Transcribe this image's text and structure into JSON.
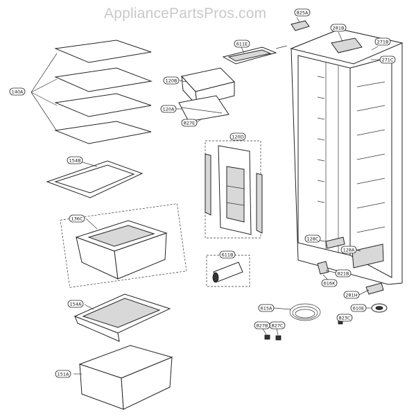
{
  "watermark": "AppliancePartsPros.com",
  "callouts": {
    "c825a": "825A",
    "c281b": "281B",
    "c271b": "271B",
    "c271c": "271C",
    "c611e": "611E",
    "c140a": "140A",
    "c120b": "120B",
    "c120a": "120A",
    "c827e": "827E",
    "c120d": "120D",
    "c154b": "154B",
    "c136c": "136C",
    "c128c": "128C",
    "c128a": "128A",
    "c821b": "821B",
    "c611b": "611B",
    "c616k": "616K",
    "c281h": "281H",
    "c154a": "154A",
    "c615a": "615A",
    "c610e": "610E",
    "c827b": "827B",
    "c827c": "827C",
    "c823c": "823C",
    "c151a": "151A"
  }
}
